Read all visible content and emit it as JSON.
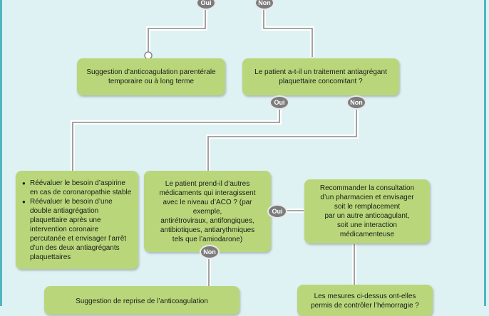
{
  "badges": {
    "top_yes": "Oui",
    "top_no": "Non",
    "mid_yes": "Oui",
    "mid_no": "Non",
    "right_yes": "Oui",
    "bottom_no": "Non"
  },
  "boxes": {
    "parenteral": "Suggestion d’anticoagulation parentérale\ntemporaire ou à long terme",
    "antiplatelet_question": "Le patient a-t-il un traitement antiagrégant\nplaquettaire concomitant ?",
    "reevaluate_items": [
      "Réévaluer le besoin d’aspirine en cas de coronaropathie stable",
      "Réévaluer le besoin d’une double antiagrégation plaquettaire après une intervention coronaire percutanée et envisager l’arrêt d’un des deux antiagrégants plaquettaires"
    ],
    "interacting_drugs_question": "Le patient prend-il d’autres\nmédicaments qui interagissent\navec le niveau d’ACO ? (par exemple,\nantirétroviraux, antifongiques,\nantibiotiques, antiarythmiques\ntels que l’amiodarone)",
    "pharmacist": "Recommander la consultation\nd’un pharmacien et envisager\nsoit le remplacement\npar un autre anticoagulant,\nsoit une interaction\nmédicamenteuse",
    "resume": "Suggestion de reprise de l’anticoagulation",
    "control_question": "Les mesures ci-dessus ont-elles\npermis de contrôler l’hémorragie ?"
  }
}
